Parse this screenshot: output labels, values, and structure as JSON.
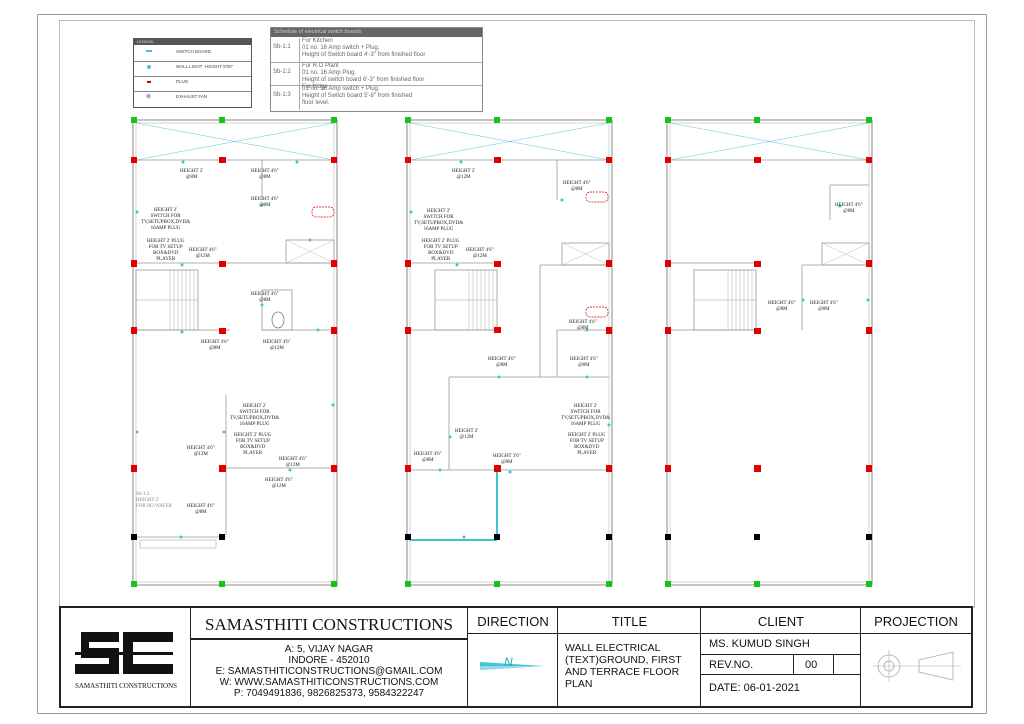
{
  "legend": {
    "header": "LEGEND",
    "items": [
      {
        "symbol": "switch-board",
        "label": "SWITCH BOARD"
      },
      {
        "symbol": "wall-light",
        "label": "WALL LIGHT -HEIGHT 8'00\""
      },
      {
        "symbol": "plug",
        "label": "PLUG"
      },
      {
        "symbol": "exhaust-fan",
        "label": "EXHAUST FAN"
      }
    ]
  },
  "schedule": {
    "title": "Schedule of electrical switch boards",
    "rows": [
      {
        "id": "Sb-1:1",
        "text": "For Kitchen\n01 no. 16 Amp switch + Plug.\nHeight of Switch board 4'-3\" from finished floor"
      },
      {
        "id": "Sb-1:2",
        "text": "For R.O Plant\n01 no. 16 Amp Plug.\nHeight of switch board 6'-3\" from finished floor\nFor fridge"
      },
      {
        "id": "Sb-1:3",
        "text": "01 no. 16 Amp switch + Plug.\nHeight of Switch board 5'-8\" from finished\nfloor level."
      }
    ]
  },
  "ground_labels": [
    {
      "text": "HEIGHT 2'\n@8M"
    },
    {
      "text": "HEIGHT 4'6\"\n@8M"
    },
    {
      "text": "HEIGHT 4'6\"\n@8M"
    },
    {
      "text": "HEIGHT 2'\nSWITCH FOR\nTV,SETUPBOX,DVD&\n16AMP PLUG"
    },
    {
      "text": "HEIGHT 2' PLUG\nFOR TV SETUP\nBOX&DVD\nPLAYER"
    },
    {
      "text": "HEIGHT 4'6\"\n@12M"
    },
    {
      "text": "HEIGHT 4'6\"\n@8M"
    },
    {
      "text": "HEIGHT 4'6\"\n@8M"
    },
    {
      "text": "HEIGHT 4'6\"\n@12M"
    },
    {
      "text": "HEIGHT 2'\nSWITCH FOR\nTV,SETUPBOX,DVD&\n16AMP PLUG"
    },
    {
      "text": "HEIGHT 2' PLUG\nFOR TV SETUP\nBOX&DVD\nPLAYER"
    },
    {
      "text": "HEIGHT 4'6\"\n@12M"
    },
    {
      "text": "HEIGHT 4'6\"\n@12M"
    },
    {
      "text": "HEIGHT 4'6\"\n@12M"
    },
    {
      "text": "HEIGHT 4'6\"\n@8M"
    }
  ],
  "ground_note": "Sb-1:2\nHEIGHT 2'\nFOR RO WATER",
  "first_labels": [
    {
      "text": "HEIGHT 2'\n@12M"
    },
    {
      "text": "HEIGHT 4'6\"\n@8M"
    },
    {
      "text": "HEIGHT 2'\nSWITCH FOR\nTV,SETUPBOX,DVD&\n16AMP PLUG"
    },
    {
      "text": "HEIGHT 2' PLUG\nFOR TV SETUP\nBOX&DVD\nPLAYER"
    },
    {
      "text": "HEIGHT 4'6\"\n@12M"
    },
    {
      "text": "HEIGHT 4'6\"\n@8M"
    },
    {
      "text": "HEIGHT 4'6\"\n@8M"
    },
    {
      "text": "HEIGHT 4'6\"\n@8M"
    },
    {
      "text": "HEIGHT 2'\nSWITCH FOR\nTV,SETUPBOX,DVD&\n16AMP PLUG"
    },
    {
      "text": "HEIGHT 2'\n@12M"
    },
    {
      "text": "HEIGHT 2' PLUG\nFOR TV SETUP\nBOX&DVD\nPLAYER"
    },
    {
      "text": "HEIGHT 4'6\"\n@8M"
    },
    {
      "text": "HEIGHT 3'6\"\n@8M"
    }
  ],
  "terrace_labels": [
    {
      "text": "HEIGHT 4'6\"\n@8M"
    },
    {
      "text": "HEIGHT 4'6\"\n@8M"
    },
    {
      "text": "HEIGHT 4'6\"\n@8M"
    }
  ],
  "title_block": {
    "logo_text": "SAMASTHITI CONSTRUCTIONS",
    "company": "SAMASTHITI CONSTRUCTIONS",
    "address_line1": "A: 5, VIJAY NAGAR",
    "address_line2": "INDORE - 452010",
    "email": "E: SAMASTHITICONSTRUCTIONS@GMAIL.COM",
    "website": "W: WWW.SAMASTHITICONSTRUCTIONS.COM",
    "phone": "P: 7049491836, 9826825373, 9584322247",
    "direction_label": "DIRECTION",
    "north_letter": "N",
    "title_label": "TITLE",
    "title_text": "WALL ELECTRICAL (TEXT)GROUND, FIRST AND TERRACE FLOOR PLAN",
    "client_label": "CLIENT",
    "client_name": "MS. KUMUD SINGH",
    "rev_label": "REV.NO.",
    "rev_value": "00",
    "date": "DATE: 06-01-2021",
    "projection_label": "PROJECTION"
  },
  "colors": {
    "wall_light": "#3ec6d6",
    "switch_board": "#3ec6d6",
    "plug": "#d40000",
    "column_green": "#19c219",
    "column_red": "#e00000",
    "column_black": "#000000",
    "wall_line": "#8a8a8a"
  }
}
